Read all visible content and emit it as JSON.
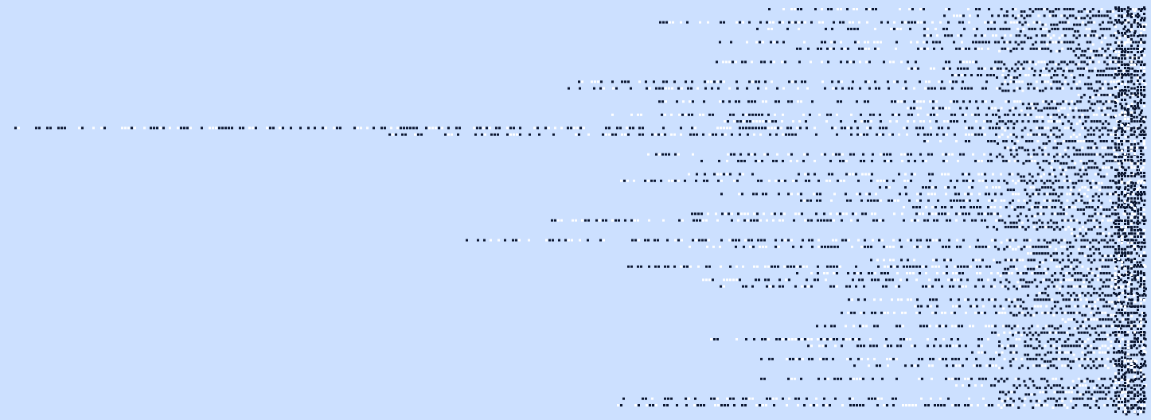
{
  "view": {
    "background_color": "#cce0ff",
    "dark_dot_color": "#0b1630",
    "light_dot_color": "#ffffff",
    "description_free": true
  },
  "pattern": {
    "rows": 63,
    "style": "sparse-left-dense-right",
    "right_edge_glyph_columns": 6
  }
}
